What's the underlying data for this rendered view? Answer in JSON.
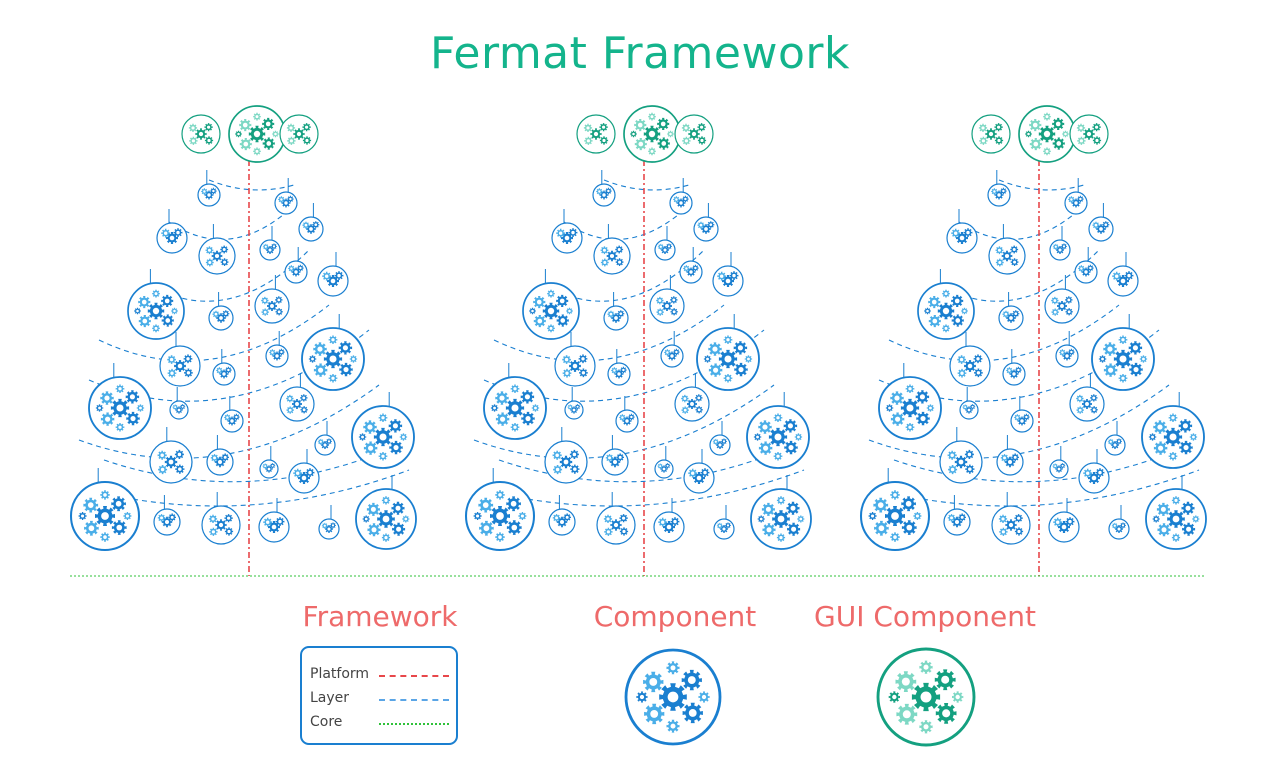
{
  "title": "Fermat Framework",
  "legend": {
    "framework_heading": "Framework",
    "component_heading": "Component",
    "gui_component_heading": "GUI Component",
    "items": [
      {
        "label": "Platform",
        "color": "#e8474a",
        "style": "dash-dot"
      },
      {
        "label": "Layer",
        "color": "#5aa5e6",
        "style": "dashed"
      },
      {
        "label": "Core",
        "color": "#2fc23a",
        "style": "dotted"
      }
    ]
  },
  "colors": {
    "component_dark": "#1a7fd0",
    "component_light": "#4aaee8",
    "gui_dark": "#14a080",
    "gui_light": "#7dd8c4",
    "title": "#14b48c",
    "heading": "#ee6a6a"
  },
  "framework_count": 3
}
